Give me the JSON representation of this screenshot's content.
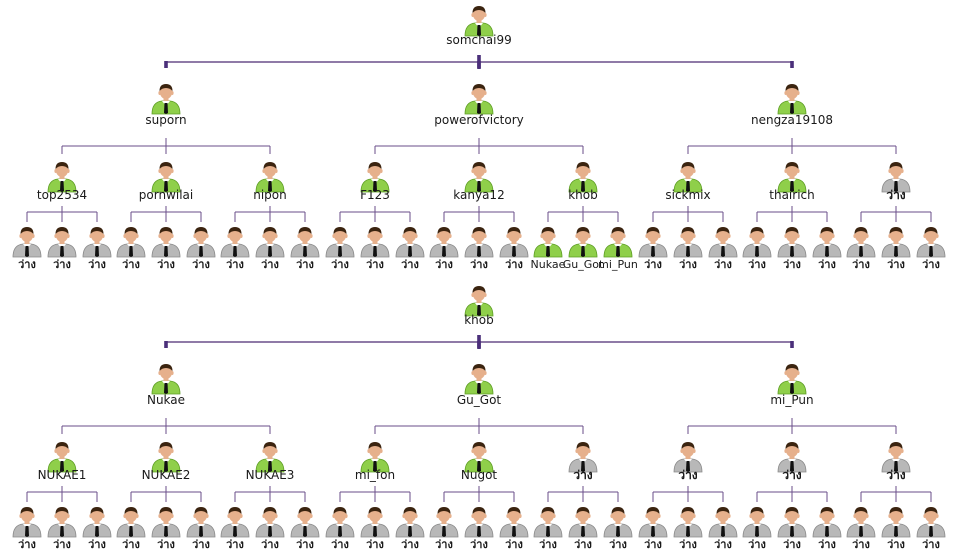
{
  "empty_label": "ว่าง",
  "colors": {
    "line": "#6a4e8a",
    "dot": "#4b2f7a",
    "active_shirt": "#8fcf4a",
    "active_shirt_dark": "#5e9e25",
    "empty_shirt": "#b8b8b8",
    "empty_shirt_dark": "#8a8a8a",
    "face": "#e6b08c",
    "hair": "#3b2410",
    "tie": "#111111"
  },
  "trees": [
    {
      "root": {
        "name": "somchai99",
        "active": true
      },
      "children": [
        {
          "name": "suporn",
          "active": true,
          "children": [
            {
              "name": "top2534",
              "active": true,
              "children": [
                {
                  "name": "ว่าง",
                  "active": false
                },
                {
                  "name": "ว่าง",
                  "active": false
                },
                {
                  "name": "ว่าง",
                  "active": false
                }
              ]
            },
            {
              "name": "pornwilai",
              "active": true,
              "children": [
                {
                  "name": "ว่าง",
                  "active": false
                },
                {
                  "name": "ว่าง",
                  "active": false
                },
                {
                  "name": "ว่าง",
                  "active": false
                }
              ]
            },
            {
              "name": "nipon",
              "active": true,
              "children": [
                {
                  "name": "ว่าง",
                  "active": false
                },
                {
                  "name": "ว่าง",
                  "active": false
                },
                {
                  "name": "ว่าง",
                  "active": false
                }
              ]
            }
          ]
        },
        {
          "name": "powerofvictory",
          "active": true,
          "children": [
            {
              "name": "F123",
              "active": true,
              "children": [
                {
                  "name": "ว่าง",
                  "active": false
                },
                {
                  "name": "ว่าง",
                  "active": false
                },
                {
                  "name": "ว่าง",
                  "active": false
                }
              ]
            },
            {
              "name": "kanya12",
              "active": true,
              "children": [
                {
                  "name": "ว่าง",
                  "active": false
                },
                {
                  "name": "ว่าง",
                  "active": false
                },
                {
                  "name": "ว่าง",
                  "active": false
                }
              ]
            },
            {
              "name": "khob",
              "active": true,
              "children": [
                {
                  "name": "Nukae",
                  "active": true
                },
                {
                  "name": "Gu_Got",
                  "active": true
                },
                {
                  "name": "mi_Pun",
                  "active": true
                }
              ]
            }
          ]
        },
        {
          "name": "nengza19108",
          "active": true,
          "children": [
            {
              "name": "sickmix",
              "active": true,
              "children": [
                {
                  "name": "ว่าง",
                  "active": false
                },
                {
                  "name": "ว่าง",
                  "active": false
                },
                {
                  "name": "ว่าง",
                  "active": false
                }
              ]
            },
            {
              "name": "thairich",
              "active": true,
              "children": [
                {
                  "name": "ว่าง",
                  "active": false
                },
                {
                  "name": "ว่าง",
                  "active": false
                },
                {
                  "name": "ว่าง",
                  "active": false
                }
              ]
            },
            {
              "name": "ว่าง",
              "active": false,
              "children": [
                {
                  "name": "ว่าง",
                  "active": false
                },
                {
                  "name": "ว่าง",
                  "active": false
                },
                {
                  "name": "ว่าง",
                  "active": false
                }
              ]
            }
          ]
        }
      ]
    },
    {
      "root": {
        "name": "khob",
        "active": true
      },
      "children": [
        {
          "name": "Nukae",
          "active": true,
          "children": [
            {
              "name": "NUKAE1",
              "active": true,
              "children": [
                {
                  "name": "ว่าง",
                  "active": false
                },
                {
                  "name": "ว่าง",
                  "active": false
                },
                {
                  "name": "ว่าง",
                  "active": false
                }
              ]
            },
            {
              "name": "NUKAE2",
              "active": true,
              "children": [
                {
                  "name": "ว่าง",
                  "active": false
                },
                {
                  "name": "ว่าง",
                  "active": false
                },
                {
                  "name": "ว่าง",
                  "active": false
                }
              ]
            },
            {
              "name": "NUKAE3",
              "active": true,
              "children": [
                {
                  "name": "ว่าง",
                  "active": false
                },
                {
                  "name": "ว่าง",
                  "active": false
                },
                {
                  "name": "ว่าง",
                  "active": false
                }
              ]
            }
          ]
        },
        {
          "name": "Gu_Got",
          "active": true,
          "children": [
            {
              "name": "mi_fon",
              "active": true,
              "children": [
                {
                  "name": "ว่าง",
                  "active": false
                },
                {
                  "name": "ว่าง",
                  "active": false
                },
                {
                  "name": "ว่าง",
                  "active": false
                }
              ]
            },
            {
              "name": "Nugot",
              "active": true,
              "children": [
                {
                  "name": "ว่าง",
                  "active": false
                },
                {
                  "name": "ว่าง",
                  "active": false
                },
                {
                  "name": "ว่าง",
                  "active": false
                }
              ]
            },
            {
              "name": "ว่าง",
              "active": false,
              "children": [
                {
                  "name": "ว่าง",
                  "active": false
                },
                {
                  "name": "ว่าง",
                  "active": false
                },
                {
                  "name": "ว่าง",
                  "active": false
                }
              ]
            }
          ]
        },
        {
          "name": "mi_Pun",
          "active": true,
          "children": [
            {
              "name": "ว่าง",
              "active": false,
              "children": [
                {
                  "name": "ว่าง",
                  "active": false
                },
                {
                  "name": "ว่าง",
                  "active": false
                },
                {
                  "name": "ว่าง",
                  "active": false
                }
              ]
            },
            {
              "name": "ว่าง",
              "active": false,
              "children": [
                {
                  "name": "ว่าง",
                  "active": false
                },
                {
                  "name": "ว่าง",
                  "active": false
                },
                {
                  "name": "ว่าง",
                  "active": false
                }
              ]
            },
            {
              "name": "ว่าง",
              "active": false,
              "children": [
                {
                  "name": "ว่าง",
                  "active": false
                },
                {
                  "name": "ว่าง",
                  "active": false
                },
                {
                  "name": "ว่าง",
                  "active": false
                }
              ]
            }
          ]
        }
      ]
    }
  ]
}
